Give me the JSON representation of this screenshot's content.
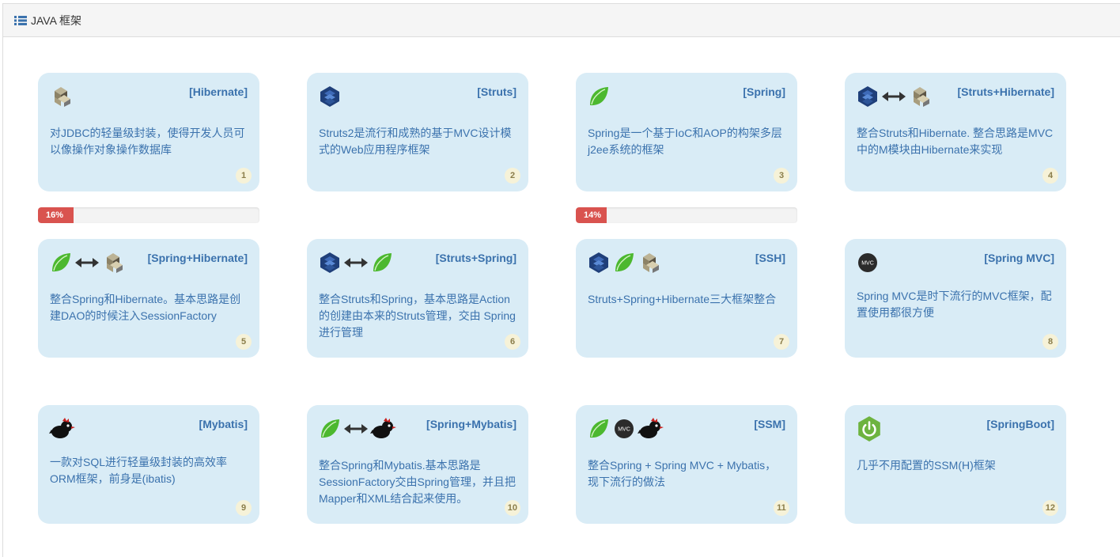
{
  "panel": {
    "title": "JAVA 框架"
  },
  "cards": [
    {
      "title": "[Hibernate]",
      "desc": "对JDBC的轻量级封装，使得开发人员可以像操作对象操作数据库",
      "num": "1"
    },
    {
      "title": "[Struts]",
      "desc": "Struts2是流行和成熟的基于MVC设计模式的Web应用程序框架",
      "num": "2"
    },
    {
      "title": "[Spring]",
      "desc": "Spring是一个基于IoC和AOP的构架多层j2ee系统的框架",
      "num": "3"
    },
    {
      "title": "[Struts+Hibernate]",
      "desc": "整合Struts和Hibernate. 整合思路是MVC中的M模块由Hibernate来实现",
      "num": "4"
    },
    {
      "title": "[Spring+Hibernate]",
      "desc": "整合Spring和Hibernate。基本思路是创建DAO的时候注入SessionFactory",
      "num": "5"
    },
    {
      "title": "[Struts+Spring]",
      "desc": "整合Struts和Spring，基本思路是Action的创建由本来的Struts管理，交由 Spring进行管理",
      "num": "6"
    },
    {
      "title": "[SSH]",
      "desc": "Struts+Spring+Hibernate三大框架整合",
      "num": "7"
    },
    {
      "title": "[Spring MVC]",
      "desc": "Spring MVC是时下流行的MVC框架，配置使用都很方便",
      "num": "8"
    },
    {
      "title": "[Mybatis]",
      "desc": "一款对SQL进行轻量级封装的高效率ORM框架，前身是(ibatis)",
      "num": "9"
    },
    {
      "title": "[Spring+Mybatis]",
      "desc": "整合Spring和Mybatis.基本思路是SessionFactory交由Spring管理，并且把Mapper和XML结合起来使用。",
      "num": "10"
    },
    {
      "title": "[SSM]",
      "desc": "整合Spring + Spring MVC + Mybatis，现下流行的做法",
      "num": "11"
    },
    {
      "title": "[SpringBoot]",
      "desc": "几乎不用配置的SSM(H)框架",
      "num": "12"
    }
  ],
  "progress": [
    {
      "label": "16%",
      "value": 16
    },
    {
      "label": "14%",
      "value": 14
    }
  ],
  "icons": {
    "card1": [
      "hibernate-icon"
    ],
    "card2": [
      "struts-icon"
    ],
    "card3": [
      "spring-leaf-icon"
    ],
    "card4": [
      "struts-icon",
      "double-arrow-icon",
      "hibernate-icon"
    ],
    "card5": [
      "spring-leaf-icon",
      "double-arrow-icon",
      "hibernate-icon"
    ],
    "card6": [
      "struts-icon",
      "double-arrow-icon",
      "spring-leaf-icon"
    ],
    "card7": [
      "struts-icon",
      "spring-leaf-icon",
      "hibernate-icon"
    ],
    "card8": [
      "mvc-icon"
    ],
    "card9": [
      "mybatis-bird-icon"
    ],
    "card10": [
      "spring-leaf-icon",
      "double-arrow-icon",
      "mybatis-bird-icon"
    ],
    "card11": [
      "spring-leaf-icon",
      "mvc-icon",
      "mybatis-bird-icon"
    ],
    "card12": [
      "springboot-power-icon"
    ]
  },
  "mvc_icon_text": "MVC",
  "colors": {
    "card_bg": "#d9ecf6",
    "title": "#3b72ad",
    "badge_bg": "#f6f2d8",
    "progress": "#d9534f"
  }
}
